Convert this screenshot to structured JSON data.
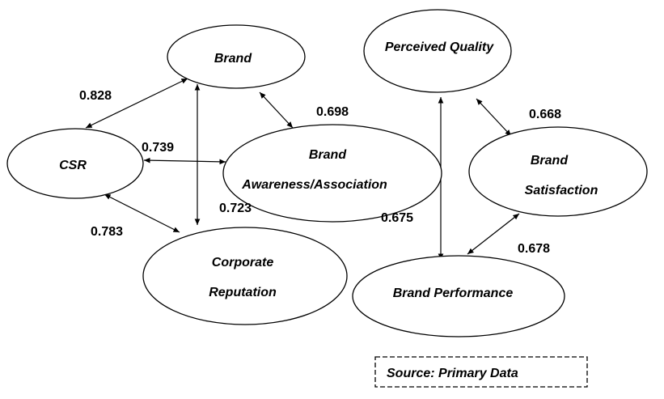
{
  "nodes": {
    "brand": {
      "lines": [
        "Brand"
      ]
    },
    "csr": {
      "lines": [
        "CSR"
      ]
    },
    "brand_awareness": {
      "lines": [
        "Brand",
        "Awareness/Association"
      ]
    },
    "corporate_reputation": {
      "lines": [
        "Corporate",
        "Reputation"
      ]
    },
    "perceived_quality": {
      "lines": [
        "Perceived Quality"
      ]
    },
    "brand_satisfaction": {
      "lines": [
        "Brand",
        "Satisfaction"
      ]
    },
    "brand_performance": {
      "lines": [
        "Brand Performance"
      ]
    }
  },
  "coefficients": {
    "csr_brand": "0.828",
    "brand_awareness": "0.698",
    "csr_awareness": "0.739",
    "awareness_reputation": "0.723",
    "csr_reputation": "0.783",
    "awareness_performance": "0.675",
    "quality_satisfaction": "0.668",
    "satisfaction_performance": "0.678"
  },
  "source_note": "Source: Primary Data"
}
